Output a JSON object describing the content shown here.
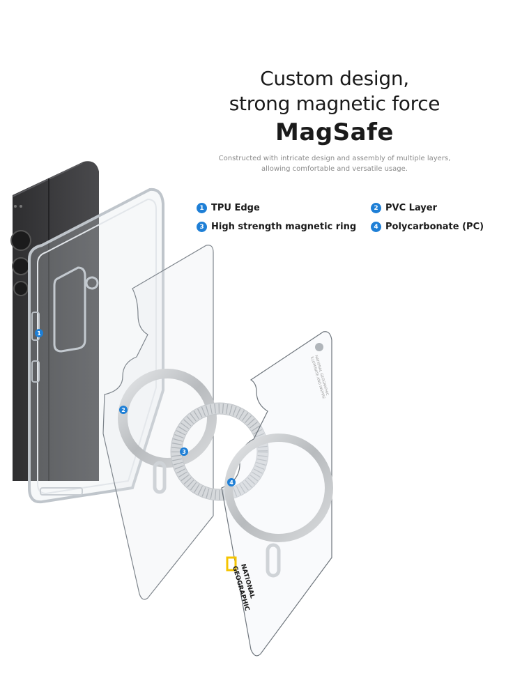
{
  "hero": {
    "line1": "Custom design,",
    "line2": "strong magnetic force",
    "brand": "MagSafe",
    "subtitle_line1": "Constructed with intricate design and assembly of multiple layers,",
    "subtitle_line2": "allowing comfortable and versatile usage."
  },
  "layers": [
    {
      "number": "1",
      "label": "TPU Edge"
    },
    {
      "number": "2",
      "label": "PVC Layer"
    },
    {
      "number": "3",
      "label": "High strength magnetic ring"
    },
    {
      "number": "4",
      "label": "Polycarbonate (PC)"
    }
  ],
  "product": {
    "brand_line1": "NATIONAL",
    "brand_line2": "GEOGRAPHIC",
    "small_print1": "NATIONAL GEOGRAPHIC",
    "small_print2": "ILLUMINATE AND INSPIRE"
  },
  "colors": {
    "accent": "#1e7fd6",
    "phone": "#3a3a3c",
    "ring": "#c9cbcd",
    "logo_yellow": "#f5c400"
  }
}
